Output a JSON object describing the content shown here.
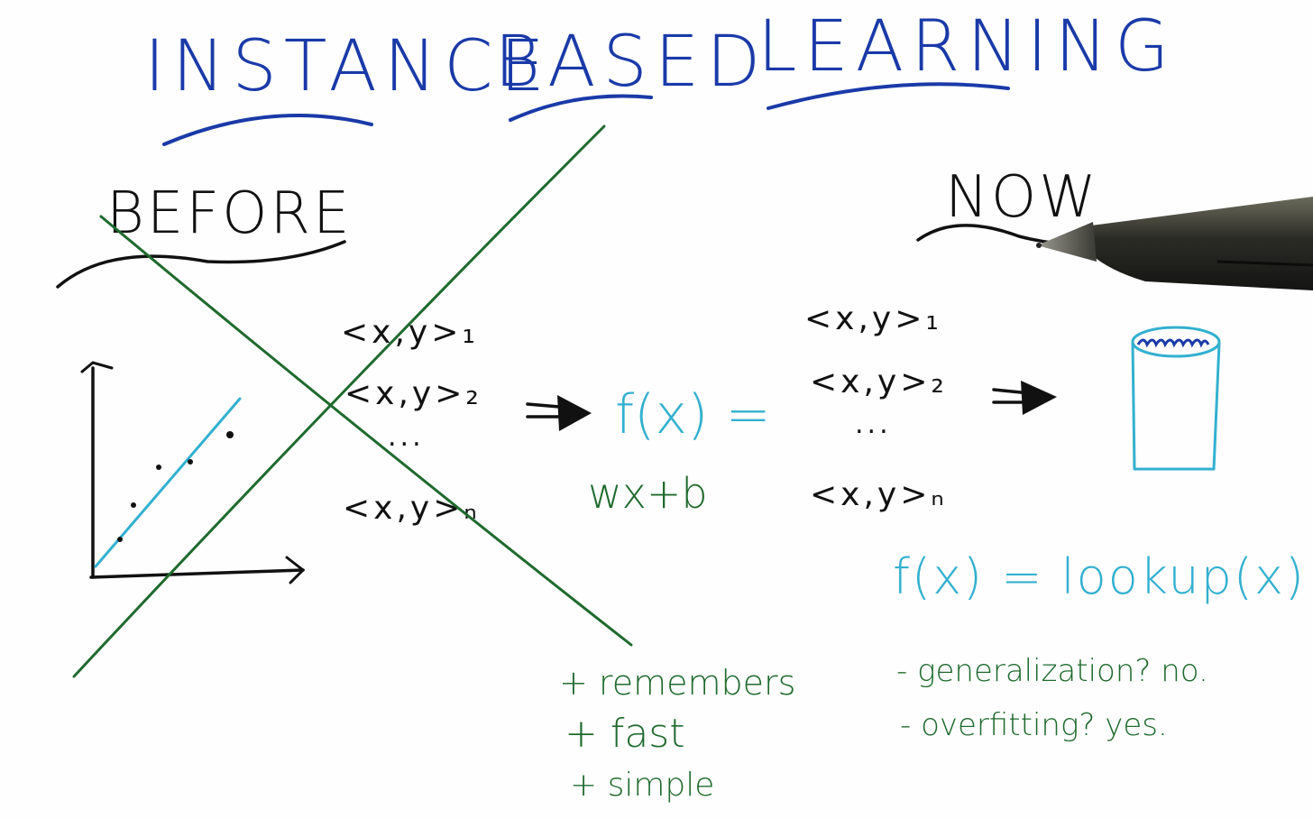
{
  "title": {
    "word1": "INSTANCE",
    "word2": "BASED",
    "word3": "LEARNING"
  },
  "before": {
    "heading": "BEFORE",
    "pairs": [
      "<x,y>₁",
      "<x,y>₂",
      "...",
      "<x,y>ₙ"
    ],
    "function_label": "f(x) =",
    "function_body": "wx+b"
  },
  "now": {
    "heading": "NOW",
    "pairs": [
      "<x,y>₁",
      "<x,y>₂",
      "...",
      "<x,y>ₙ"
    ],
    "function": "f(x) = lookup(x)"
  },
  "pros": [
    "+ remembers",
    "+ fast",
    "+ simple"
  ],
  "cons": [
    "- generalization? no.",
    "- overfitting? yes."
  ],
  "colors": {
    "title": "#1a3aa8",
    "marker_black": "#111111",
    "marker_cyan": "#33b0cf",
    "marker_green": "#1f6a2e"
  },
  "icons": {
    "database": "database-icon",
    "pen": "stylus-pen-icon",
    "arrow": "double-arrow-icon"
  }
}
